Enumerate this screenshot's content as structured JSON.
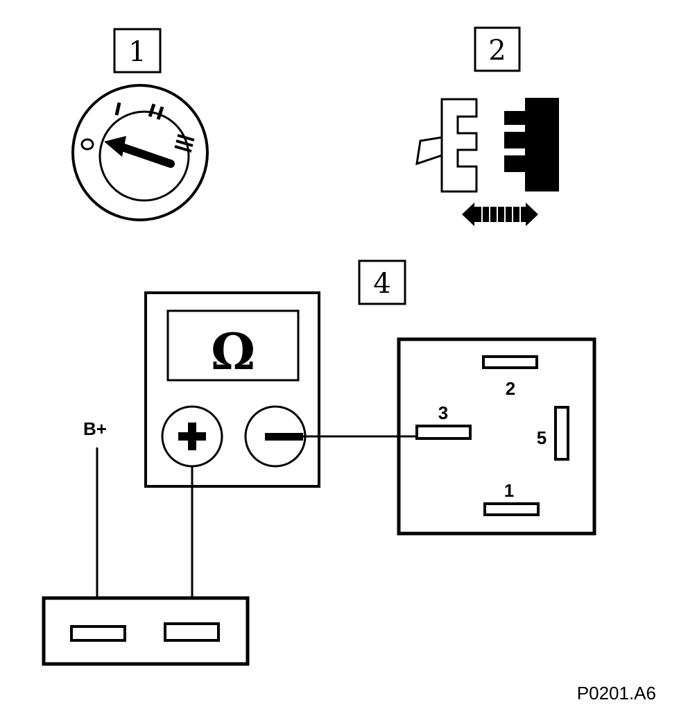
{
  "callouts": {
    "ignition": "1",
    "connector": "2",
    "test": "4"
  },
  "ignition_positions": [
    "0",
    "I",
    "II",
    "III"
  ],
  "meter": {
    "symbol": "Ω",
    "plus": "+",
    "minus": "−"
  },
  "supply_label": "B+",
  "relay_terminals": {
    "t1": "1",
    "t2": "2",
    "t3": "3",
    "t5": "5"
  },
  "reference": "P0201.A6"
}
